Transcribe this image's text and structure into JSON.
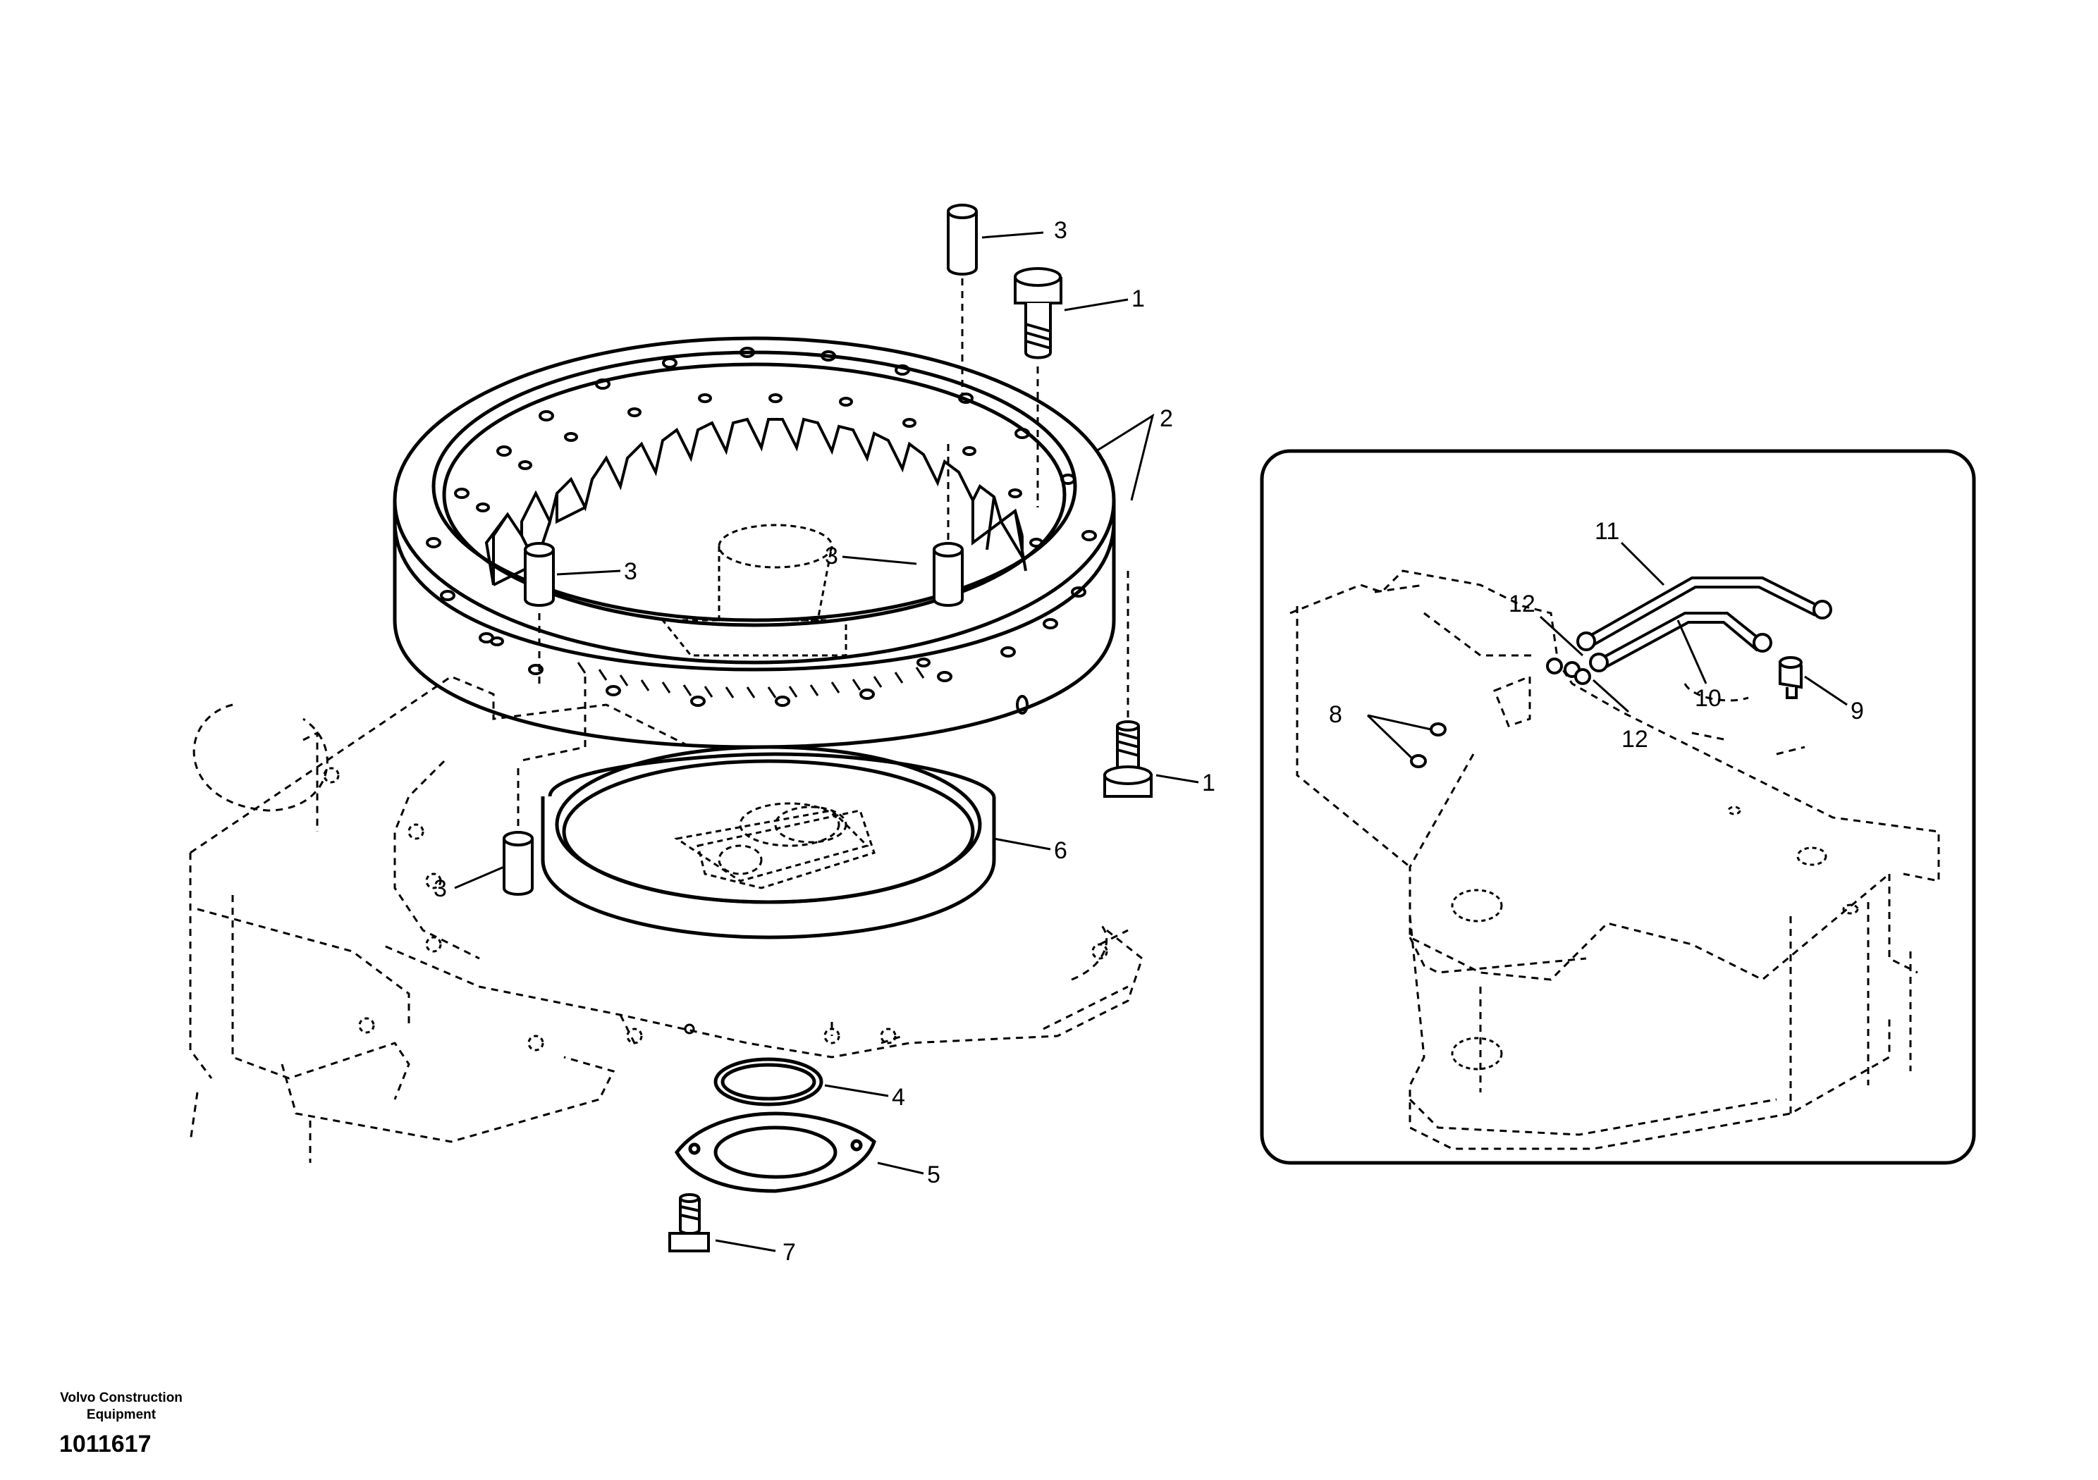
{
  "callouts": {
    "c1_top": "1",
    "c1_bottom": "1",
    "c2": "2",
    "c3_top": "3",
    "c3_left": "3",
    "c3_mid": "3",
    "c3_low": "3",
    "c4": "4",
    "c5": "5",
    "c6": "6",
    "c7": "7",
    "c8": "8",
    "c9": "9",
    "c10": "10",
    "c11": "11",
    "c12_top": "12",
    "c12_bottom": "12"
  },
  "footer": {
    "brand_line1": "Volvo Construction",
    "brand_line2": "Equipment",
    "drawing_number": "1011617"
  }
}
